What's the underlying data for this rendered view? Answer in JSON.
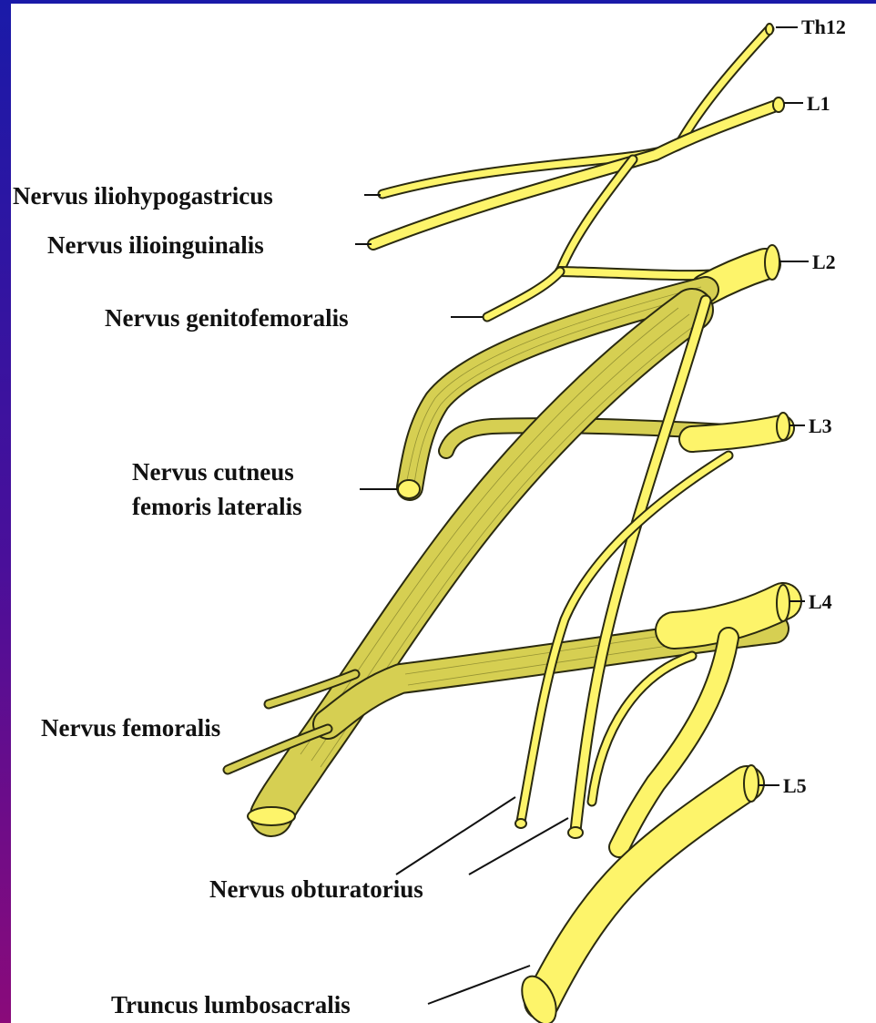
{
  "colors": {
    "nerve_bright": "#fdf46a",
    "nerve_shaded": "#d6cf52",
    "outline": "#2a2a10",
    "frame_top": "#1a1aa8",
    "frame_bottom": "#8a0a7a"
  },
  "segments": {
    "th12": "Th12",
    "l1": "L1",
    "l2": "L2",
    "l3": "L3",
    "l4": "L4",
    "l5": "L5"
  },
  "labels": {
    "iliohypogastricus": "Nervus iliohypogastricus",
    "ilioinguinalis": "Nervus ilioinguinalis",
    "genitofemoralis": "Nervus genitofemoralis",
    "cutaneus_line1": "Nervus cutneus",
    "cutaneus_line2": "femoris lateralis",
    "femoralis": "Nervus femoralis",
    "obturatorius": "Nervus obturatorius",
    "lumbosacralis": "Truncus lumbosacralis"
  }
}
